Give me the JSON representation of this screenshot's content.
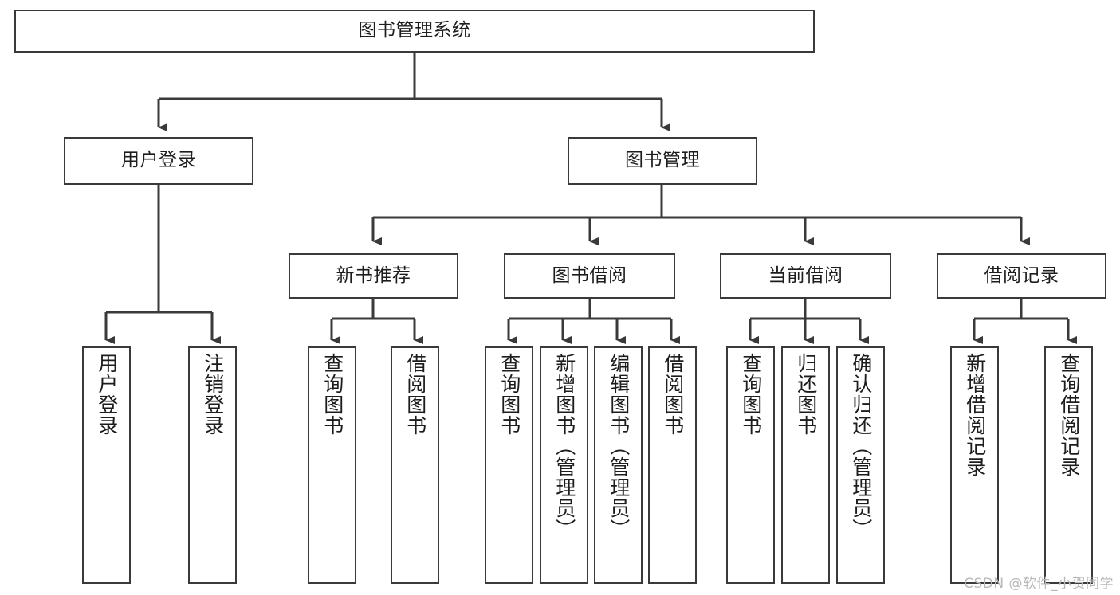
{
  "diagram": {
    "type": "tree-hierarchy",
    "title": "图书管理系统",
    "root": {
      "label": "图书管理系统"
    },
    "level2": [
      {
        "label": "用户登录"
      },
      {
        "label": "图书管理"
      }
    ],
    "level3": [
      {
        "label": "新书推荐"
      },
      {
        "label": "图书借阅"
      },
      {
        "label": "当前借阅"
      },
      {
        "label": "借阅记录"
      }
    ],
    "leaves": {
      "user_login": [
        {
          "label": "用户登录"
        },
        {
          "label": "注销登录"
        }
      ],
      "new_book_recommend": [
        {
          "label": "查询图书"
        },
        {
          "label": "借阅图书"
        }
      ],
      "book_borrow": [
        {
          "label": "查询图书"
        },
        {
          "label": "新增图书（管理员）"
        },
        {
          "label": "编辑图书（管理员）"
        },
        {
          "label": "借阅图书"
        }
      ],
      "current_borrow": [
        {
          "label": "查询图书"
        },
        {
          "label": "归还图书"
        },
        {
          "label": "确认归还（管理员）"
        }
      ],
      "borrow_record": [
        {
          "label": "新增借阅记录"
        },
        {
          "label": "查询借阅记录"
        }
      ]
    },
    "watermark": "CSDN @软件_小贺同学",
    "colors": {
      "stroke": "#3a3a3a",
      "fill": "#ffffff",
      "text": "#1d1d1d",
      "watermark": "#b9b9b9"
    }
  }
}
